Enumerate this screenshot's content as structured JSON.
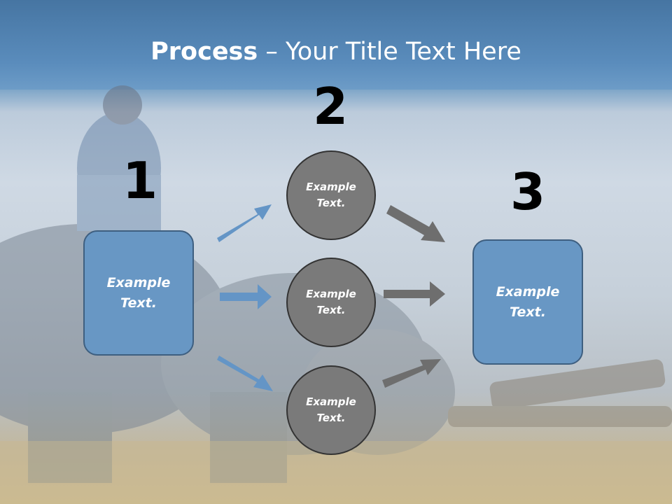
{
  "slide": {
    "title_bold": "Process",
    "title_rest": " – Your Title Text Here"
  },
  "steps": {
    "n1": "1",
    "n2": "2",
    "n3": "3"
  },
  "nodes": {
    "left_box": "Example Text.",
    "circle_top": "Example Text.",
    "circle_mid": "Example Text.",
    "circle_bot": "Example Text.",
    "right_box": "Example Text."
  },
  "colors": {
    "box_fill": "#6897c4",
    "circle_fill": "#7a7a7a",
    "arrow_blue": "#6495c6",
    "arrow_gray": "#6e6e6e"
  }
}
